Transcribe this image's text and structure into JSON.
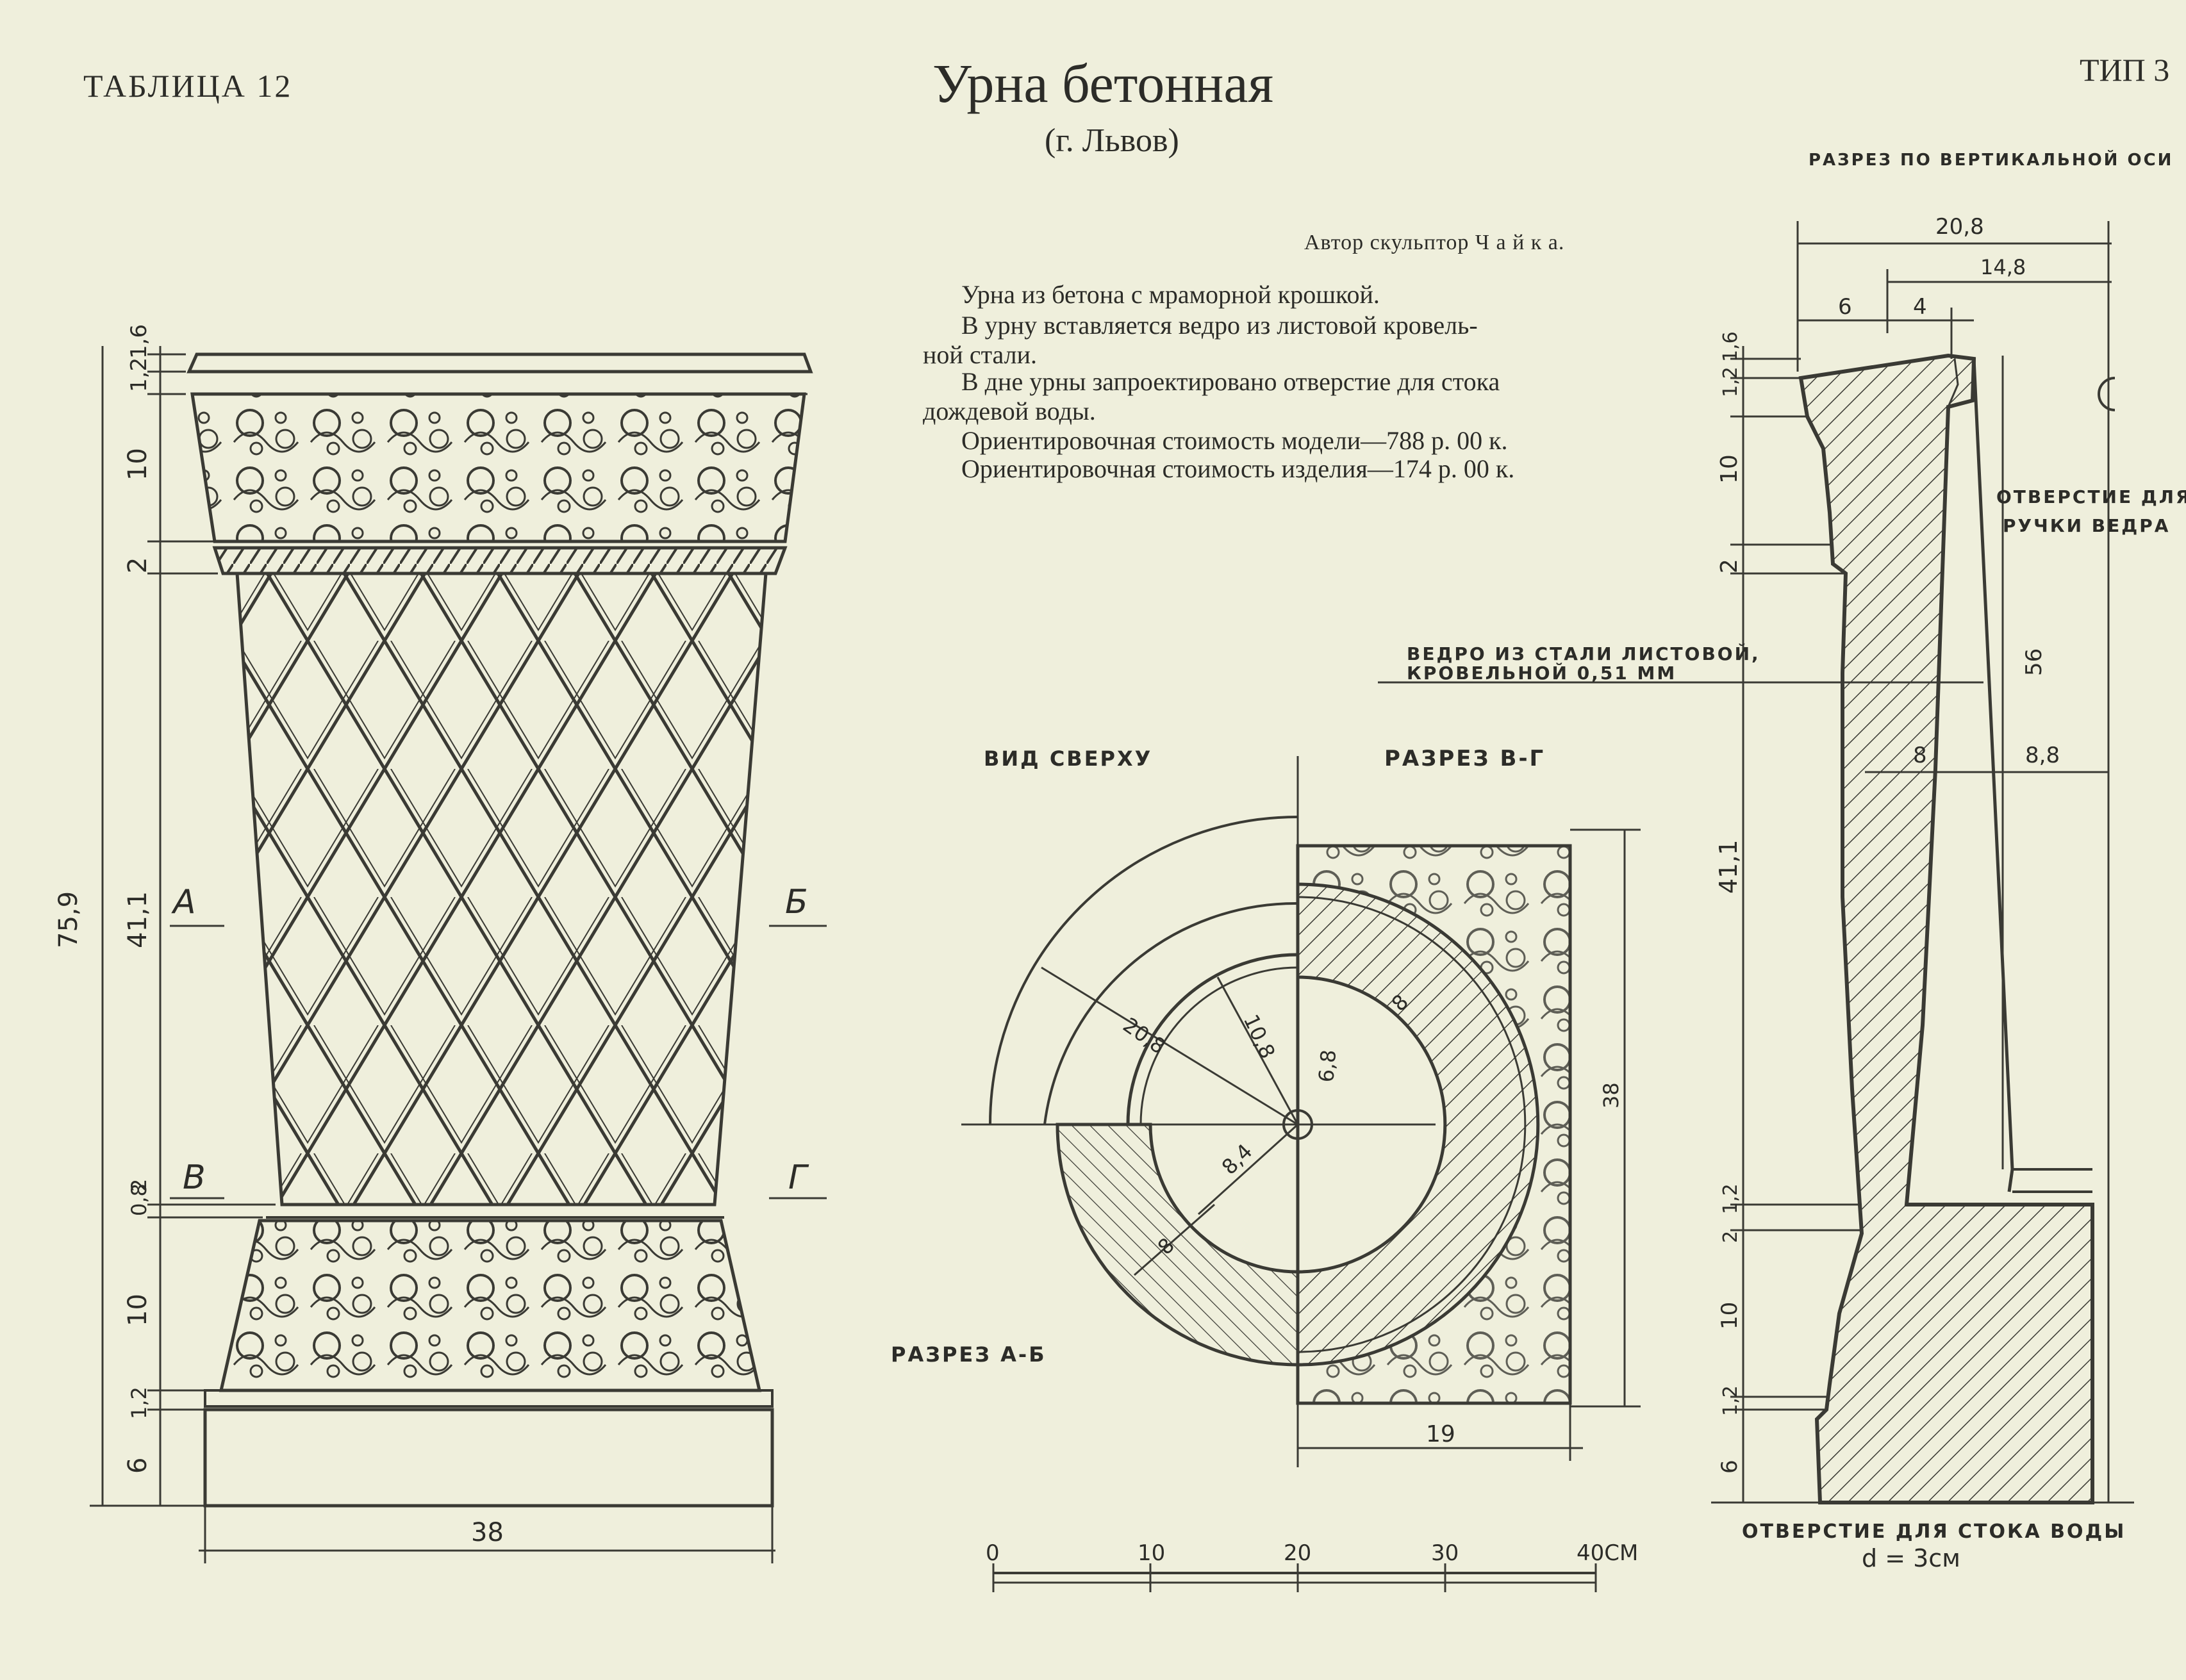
{
  "header": {
    "table_label": "ТАБЛИЦА 12",
    "title": "Урна бетонная",
    "subtitle": "(г. Львов)",
    "type_label": "ТИП 3"
  },
  "author": "Автор скульптор Ч а й к а.",
  "description": [
    "Урна из бетона с мраморной крошкой.",
    "В урну вставляется ведро из листовой кровель-",
    "ной стали.",
    "В дне урны запроектировано отверстие для стока",
    "дождевой воды.",
    "Ориентировочная стоимость модели—788 р. 00 к.",
    "Ориентировочная стоимость изделия—174 р. 00 к."
  ],
  "elevation": {
    "total_height": "75,9",
    "left_dims": [
      "1,6",
      "1,2",
      "10",
      "2",
      "41,1",
      "0,8",
      "2",
      "10",
      "1,2",
      "6"
    ],
    "width": "38",
    "section_marks": [
      "А",
      "Б",
      "В",
      "Г"
    ]
  },
  "plan": {
    "top_view_label": "ВИД СВЕРХУ",
    "section_vg_label": "РАЗРЕЗ В-Г",
    "section_ab_label": "РАЗРЕЗ А-Б",
    "dims": [
      "20,8",
      "10,8",
      "6,8",
      "8,4",
      "8",
      "8",
      "38",
      "19"
    ],
    "scale_labels": [
      "0",
      "10",
      "20",
      "30",
      "40СМ"
    ]
  },
  "section": {
    "title": "РАЗРЕЗ ПО ВЕРТИКАЛЬНОЙ ОСИ",
    "top_dims": [
      "20,8",
      "14,8",
      "6",
      "4"
    ],
    "left_dims": [
      "1,6",
      "1,2",
      "10",
      "2",
      "41,1",
      "1,2",
      "2",
      "10",
      "1,2",
      "6"
    ],
    "inner_dims": [
      "56",
      "8",
      "8,8"
    ],
    "handle_note_1": "ОТВЕРСТИЕ ДЛЯ",
    "handle_note_2": "РУЧКИ ВЕДРА",
    "bucket_note_1": "ВЕДРО ИЗ СТАЛИ ЛИСТОВОЙ,",
    "bucket_note_2": "КРОВЕЛЬНОЙ 0,51 ММ",
    "drain_note": "ОТВЕРСТИЕ ДЛЯ СТОКА ВОДЫ",
    "drain_diameter": "d = 3см"
  }
}
